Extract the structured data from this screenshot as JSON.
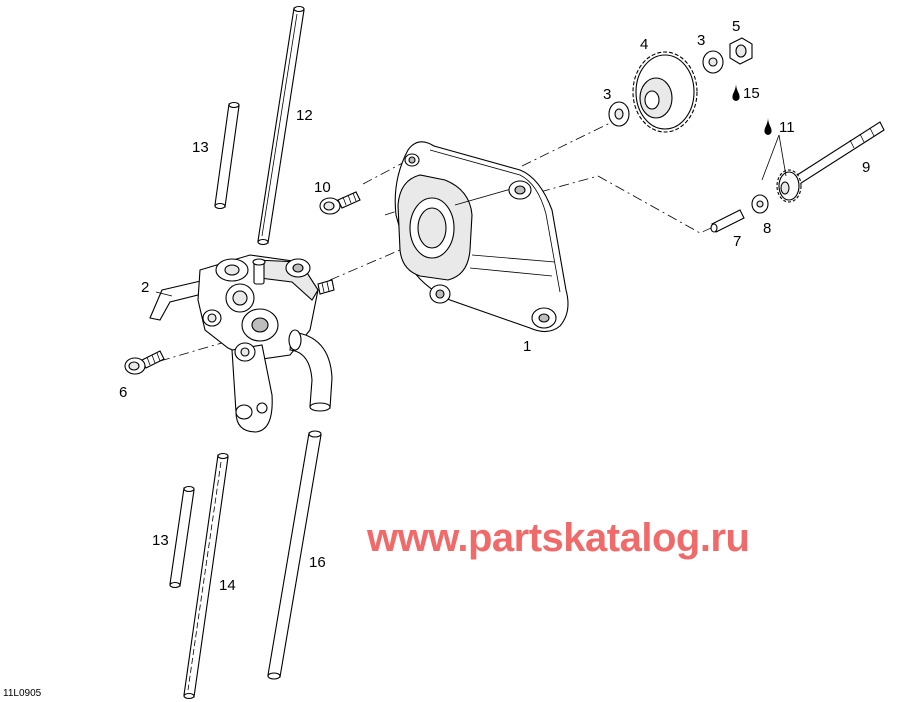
{
  "diagram": {
    "figure_code": "11L0905",
    "watermark": "www.partskatalog.ru",
    "callouts": {
      "c1": "1",
      "c2": "2",
      "c3a": "3",
      "c3b": "3",
      "c4": "4",
      "c5": "5",
      "c6": "6",
      "c7": "7",
      "c8": "8",
      "c9": "9",
      "c10": "10",
      "c11": "11",
      "c12": "12",
      "c13a": "13",
      "c13b": "13",
      "c14": "14",
      "c15": "15",
      "c16": "16"
    },
    "icons": {
      "lubricant_drop": "oil-drop-icon"
    }
  }
}
